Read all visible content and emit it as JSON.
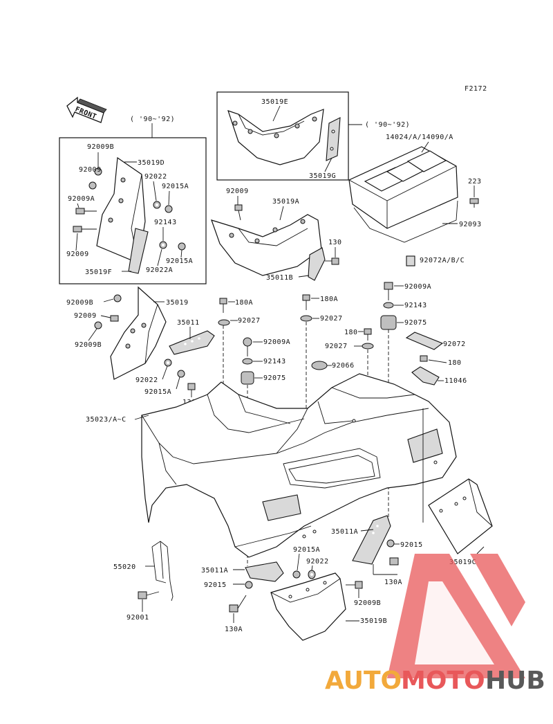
{
  "figure_code": "F2172",
  "front_label": "FRONT",
  "year_labels": {
    "left": "( '90~'92)",
    "top": "( '90~'92)"
  },
  "labels": {
    "p35019E": "35019E",
    "p35019G": "35019G",
    "p14024": "14024/A/14090/A",
    "p223": "223",
    "p92093": "92093",
    "p92072ABC": "92072A/B/C",
    "p92009B_a": "92009B",
    "p35019D": "35019D",
    "p92009_a": "92009",
    "p92022_a": "92022",
    "p92015A_a": "92015A",
    "p92009A_a": "92009A",
    "p92143_a": "92143",
    "p92009_b": "92009",
    "p92015A_b": "92015A",
    "p92022A": "92022A",
    "p35019F": "35019F",
    "p92009_c": "92009",
    "p35019A": "35019A",
    "p130_a": "130",
    "p35011B": "35011B",
    "p92009B_b": "92009B",
    "p35019": "35019",
    "p92009_d": "92009",
    "p35011": "35011",
    "p92009B_c": "92009B",
    "p92022_b": "92022",
    "p92015A_c": "92015A",
    "p130_b": "130",
    "p180A_a": "180A",
    "p92027_a": "92027",
    "p92009A_b": "92009A",
    "p92143_b": "92143",
    "p92075_a": "92075",
    "p180A_b": "180A",
    "p92027_b": "92027",
    "p180_a": "180",
    "p92027_c": "92027",
    "p92066": "92066",
    "p92009A_c": "92009A",
    "p92143_c": "92143",
    "p92075_b": "92075",
    "p92072": "92072",
    "p180_b": "180",
    "p11046": "11046",
    "p35023": "35023/A~C",
    "p35011A_a": "35011A",
    "p92015_a": "92015",
    "p130A_a": "130A",
    "p35019C": "35019C",
    "p55020": "55020",
    "p92001": "92001",
    "p35011A_b": "35011A",
    "p92015_b": "92015",
    "p92015A_d": "92015A",
    "p92022_c": "92022",
    "p92009B_d": "92009B",
    "p35019B": "35019B",
    "p130A_b": "130A"
  },
  "watermark": {
    "auto": "AUTO",
    "moto": "MOTO",
    "hub": "HUB"
  },
  "colors": {
    "watermark_orange": "#f2a93b",
    "watermark_red": "#e8585a",
    "watermark_gray": "#595959",
    "line": "#111111"
  }
}
